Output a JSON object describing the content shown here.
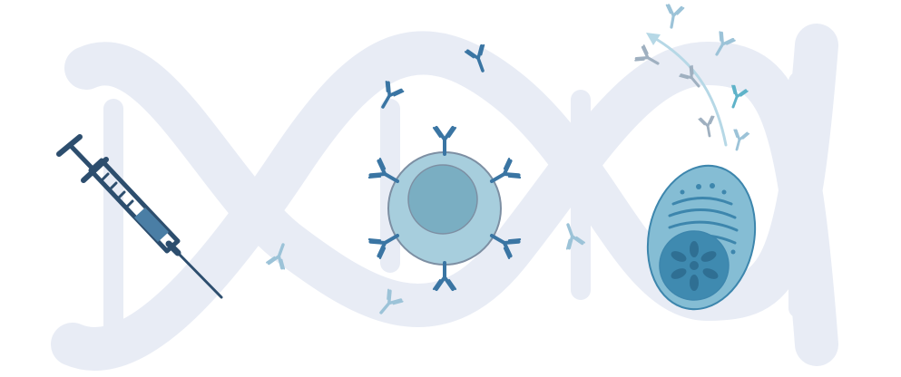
{
  "colors": {
    "background": "#ffffff",
    "dna_helix": "#e8ecf5",
    "syringe": "#2d4e6e",
    "syringe_fill": "#4a7ea5",
    "b_cell_outer": "#a7cedd",
    "b_cell_stroke": "#7d8fa3",
    "b_cell_nucleus": "#7aaec2",
    "antibody_dark": "#3a75a3",
    "antibody_mid": "#6d9ec0",
    "antibody_light": "#9cc3d8",
    "antibody_teal": "#5fb3c9",
    "antibody_grey": "#9fb0c0",
    "plasma_cell_outer": "#85bdd4",
    "plasma_cell_stroke": "#3d86ad",
    "plasma_cell_nucleus": "#3f8ab0",
    "secretion_arrow": "#b6d8e6"
  },
  "icons": {
    "background": "dna-double-helix",
    "injection": "syringe-icon",
    "b_cell": "b-cell-with-surface-antibodies",
    "plasma_cell": "plasma-cell-secreting-antibodies",
    "antibody": "y-shaped-antibody-icon"
  }
}
